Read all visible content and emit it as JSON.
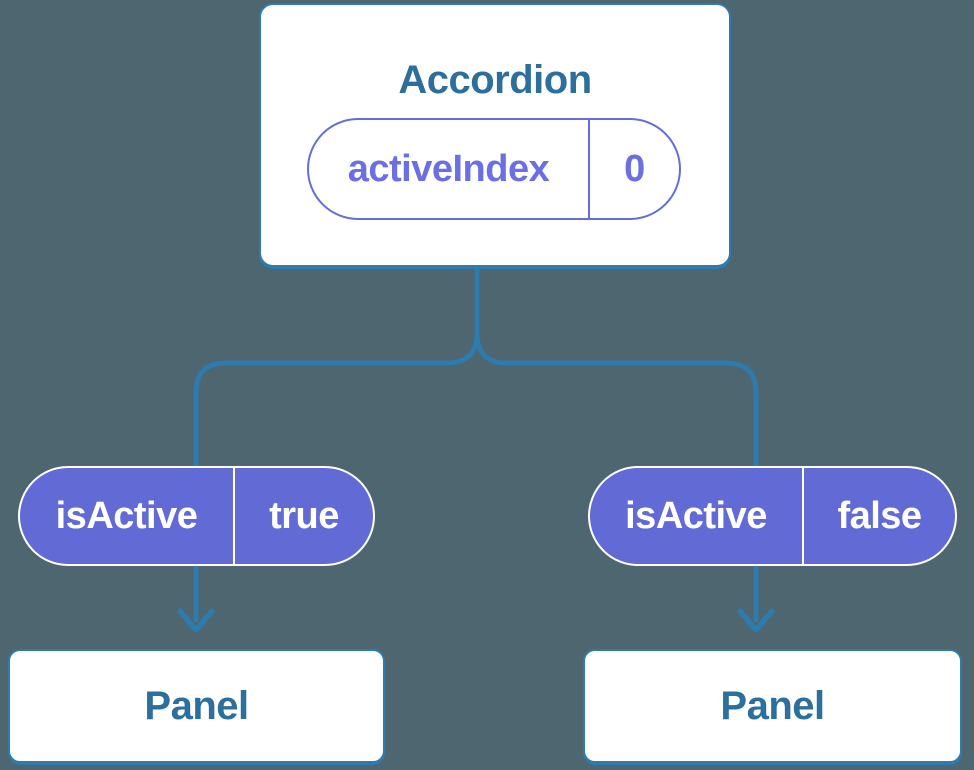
{
  "colors": {
    "background": "#4D6670",
    "line": "#2E7BAD",
    "card_background": "#FFFFFF",
    "heading_text": "#2D6F9C",
    "pill_purple": "#626AD6",
    "pill_purple_outline": "#666CDB",
    "pill_purple_text": "#6C6FE3",
    "white": "#FFFFFF"
  },
  "diagram": {
    "root": {
      "title": "Accordion",
      "state_name": "activeIndex",
      "state_value": "0"
    },
    "children": [
      {
        "prop_name": "isActive",
        "prop_value": "true",
        "panel_title": "Panel"
      },
      {
        "prop_name": "isActive",
        "prop_value": "false",
        "panel_title": "Panel"
      }
    ]
  }
}
